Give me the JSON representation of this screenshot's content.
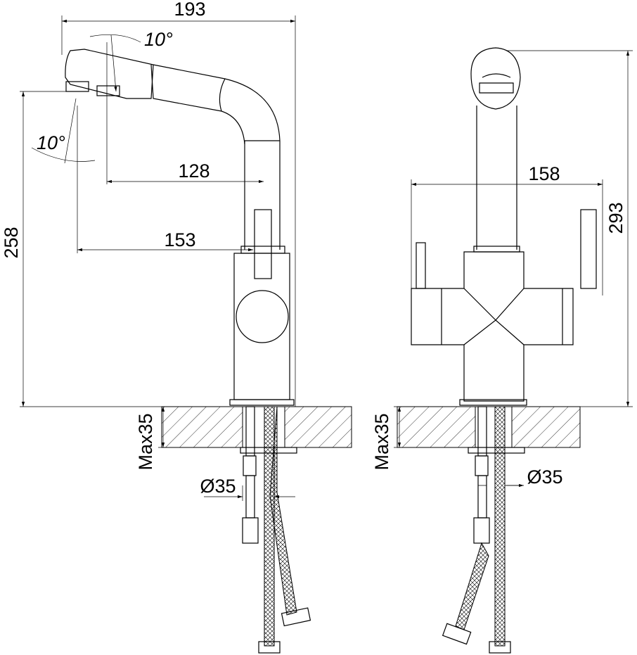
{
  "drawing": {
    "side_view": {
      "width_label": "193",
      "spout_angle_top": "10°",
      "spout_angle_bottom": "10°",
      "reach_inner": "128",
      "reach_outer": "153",
      "height_label": "258",
      "counter_thickness": "Max35",
      "hole_diameter": "Ø35"
    },
    "front_view": {
      "width_label": "158",
      "height_label": "293",
      "counter_thickness": "Max35",
      "hole_diameter": "Ø35"
    }
  }
}
